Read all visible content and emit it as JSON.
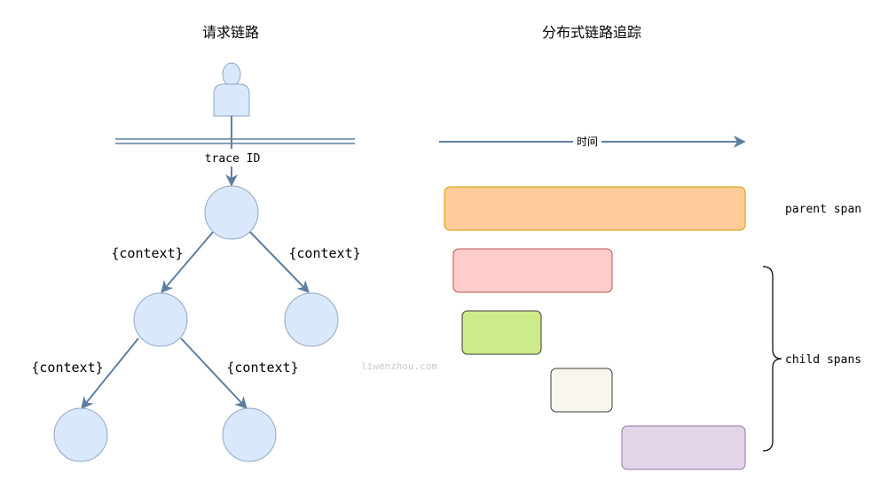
{
  "left": {
    "title": "请求链路",
    "trace_label": "trace ID",
    "context_label": "{context}"
  },
  "right": {
    "title": "分布式链路追踪",
    "time_label": "时间",
    "parent_label": "parent span",
    "child_label": "child spans"
  },
  "watermark": "liwenzhou.com",
  "colors": {
    "node_fill": "#dae8fc",
    "node_stroke": "#8fa6c8",
    "edge": "#5d7f9f",
    "parent_span": "#ffcc99",
    "child_span_1": "#ffcccc",
    "child_span_2": "#cdeb8b",
    "child_span_3": "#f9f7ed",
    "child_span_4": "#e1d5e7"
  },
  "icons": {
    "user": "user-icon",
    "brace": "right-brace-icon"
  }
}
